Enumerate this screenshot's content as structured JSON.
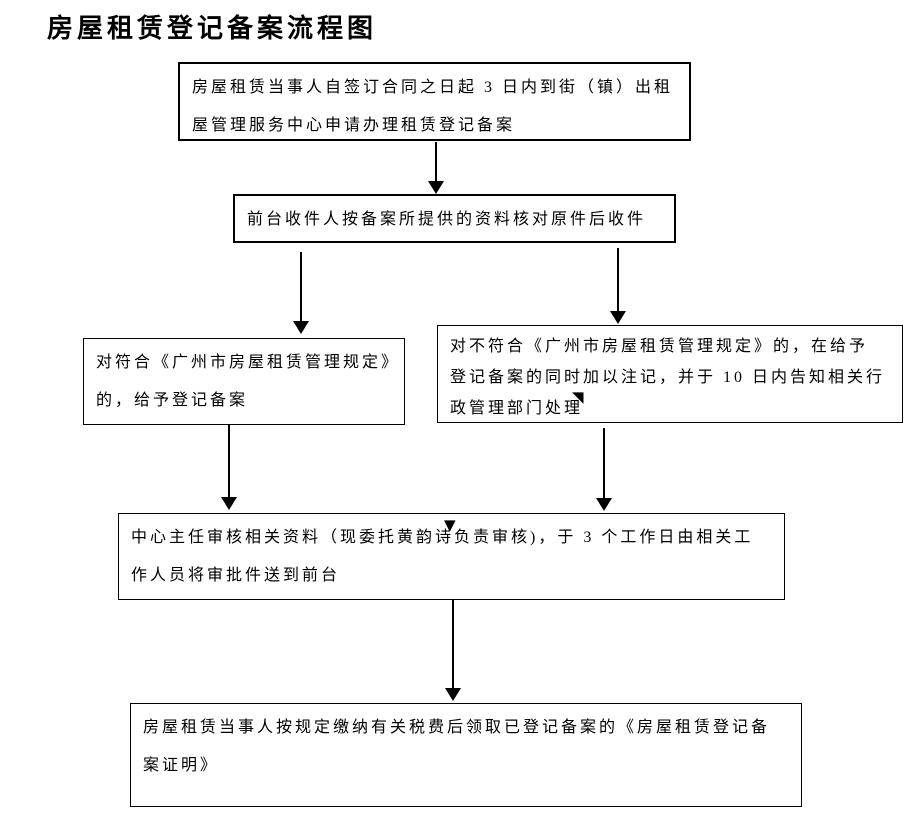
{
  "page": {
    "title": "房屋租赁登记备案流程图"
  },
  "colors": {
    "background": "#ffffff",
    "line": "#000000",
    "text": "#000000"
  },
  "flowchart": {
    "nodes": [
      {
        "name": "apply",
        "lines": [
          "房屋租赁当事人自签订合同之日起 3 日内到街（镇）出租",
          "屋管理服务中心申请办理租赁登记备案"
        ]
      },
      {
        "name": "front-desk-receive",
        "lines": [
          "前台收件人按备案所提供的资料核对原件后收件"
        ]
      },
      {
        "name": "compliant",
        "lines": [
          "对符合《广州市房屋租赁管理规定》",
          "的，给予登记备案"
        ]
      },
      {
        "name": "non-compliant",
        "lines": [
          "对不符合《广州市房屋租赁管理规定》的，在给予",
          "登记备案的同时加以注记，并于 10 日内告知相关行",
          "政管理部门处理"
        ]
      },
      {
        "name": "director-review",
        "lines": [
          "中心主任审核相关资料（现委托黄韵诗负责审核)，于 3 个工作日由相关工",
          "作人员将审批件送到前台"
        ]
      },
      {
        "name": "certificate",
        "lines": [
          "房屋租赁当事人按规定缴纳有关税费后领取已登记备案的《房屋租赁登记备",
          "案证明》"
        ]
      }
    ],
    "connectors": [
      "apply -> front-desk-receive",
      "front-desk-receive -> compliant",
      "front-desk-receive -> non-compliant",
      "compliant -> director-review",
      "non-compliant -> director-review",
      "director-review -> certificate"
    ]
  },
  "artifacts": {
    "stray_arrowhead_icon": "▼",
    "cursor_icon": "◥"
  }
}
